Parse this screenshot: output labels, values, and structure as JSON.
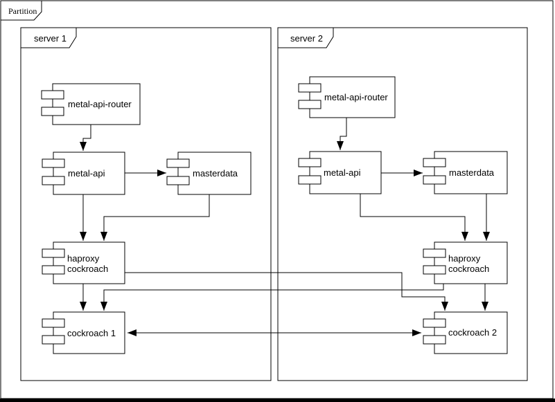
{
  "frame": {
    "label": "Partition"
  },
  "colors": {
    "stroke": "#000000",
    "fill": "#ffffff",
    "background": "#ffffff"
  },
  "server1": {
    "label": "server 1",
    "nodes": {
      "router": {
        "label": "metal-api-router"
      },
      "api": {
        "label": "metal-api"
      },
      "masterdata": {
        "label": "masterdata"
      },
      "haproxy": {
        "line1": "haproxy",
        "line2": "cockroach"
      },
      "cockroach": {
        "label": "cockroach 1"
      }
    }
  },
  "server2": {
    "label": "server 2",
    "nodes": {
      "router": {
        "label": "metal-api-router"
      },
      "api": {
        "label": "metal-api"
      },
      "masterdata": {
        "label": "masterdata"
      },
      "haproxy": {
        "line1": "haproxy",
        "line2": "cockroach"
      },
      "cockroach": {
        "label": "cockroach 2"
      }
    }
  },
  "edges": [
    {
      "from": "server1.metal-api-router",
      "to": "server1.metal-api",
      "bidirectional": false
    },
    {
      "from": "server1.metal-api",
      "to": "server1.masterdata",
      "bidirectional": false
    },
    {
      "from": "server1.metal-api",
      "to": "server1.haproxy-cockroach",
      "bidirectional": false
    },
    {
      "from": "server1.masterdata",
      "to": "server1.haproxy-cockroach",
      "bidirectional": false
    },
    {
      "from": "server1.haproxy-cockroach",
      "to": "server1.cockroach-1",
      "bidirectional": false
    },
    {
      "from": "server1.haproxy-cockroach",
      "to": "server2.cockroach-2",
      "bidirectional": false
    },
    {
      "from": "server2.metal-api-router",
      "to": "server2.metal-api",
      "bidirectional": false
    },
    {
      "from": "server2.metal-api",
      "to": "server2.masterdata",
      "bidirectional": false
    },
    {
      "from": "server2.metal-api",
      "to": "server2.haproxy-cockroach",
      "bidirectional": false
    },
    {
      "from": "server2.masterdata",
      "to": "server2.haproxy-cockroach",
      "bidirectional": false
    },
    {
      "from": "server2.haproxy-cockroach",
      "to": "server2.cockroach-2",
      "bidirectional": false
    },
    {
      "from": "server2.haproxy-cockroach",
      "to": "server1.cockroach-1",
      "bidirectional": false
    },
    {
      "from": "server1.cockroach-1",
      "to": "server2.cockroach-2",
      "bidirectional": true
    }
  ]
}
